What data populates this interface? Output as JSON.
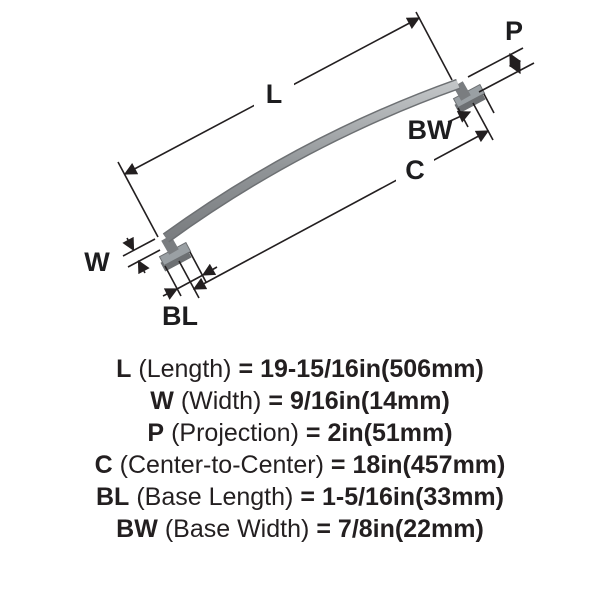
{
  "diagram": {
    "labels": {
      "L": "L",
      "P": "P",
      "BW": "BW",
      "C": "C",
      "W": "W",
      "BL": "BL"
    },
    "colors": {
      "handle_finish": "#909497",
      "handle_edge": "#6d7073",
      "dimension_line": "#231f20"
    }
  },
  "specs": {
    "equals": "=",
    "lines": [
      {
        "abbr": "L",
        "descriptor": "(Length)",
        "value": "19-15/16in(506mm)"
      },
      {
        "abbr": "W",
        "descriptor": "(Width)",
        "value": "9/16in(14mm)"
      },
      {
        "abbr": "P",
        "descriptor": "(Projection)",
        "value": "2in(51mm)"
      },
      {
        "abbr": "C",
        "descriptor": "(Center-to-Center)",
        "value": "18in(457mm)"
      },
      {
        "abbr": "BL",
        "descriptor": "(Base Length)",
        "value": "1-5/16in(33mm)"
      },
      {
        "abbr": "BW",
        "descriptor": "(Base Width)",
        "value": "7/8in(22mm)"
      }
    ]
  }
}
